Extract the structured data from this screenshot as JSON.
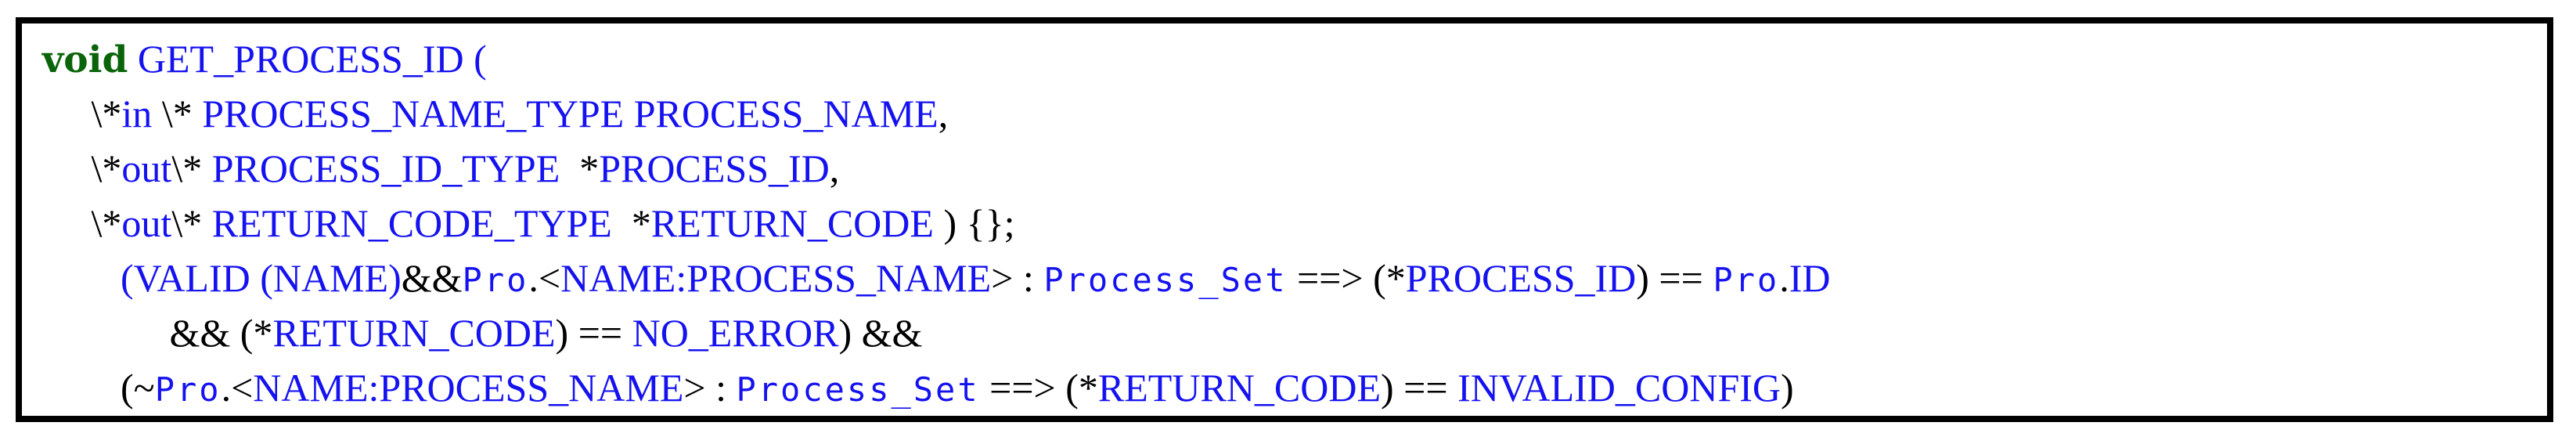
{
  "colors": {
    "keyword_green": "#0a640a",
    "identifier_blue": "#1512f0",
    "plain_black": "#000000",
    "border_black": "#000000",
    "background": "#ffffff"
  },
  "listing": {
    "plain_text": "void GET_PROCESS_ID (\n  \\*in \\* PROCESS_NAME_TYPE PROCESS_NAME,\n  \\*out\\* PROCESS_ID_TYPE *PROCESS_ID,\n  \\*out\\* RETURN_CODE_TYPE *RETURN_CODE ) {};\n   (VALID (NAME)&&Pro.<NAME:PROCESS_NAME> : Process_Set ==> (*PROCESS_ID) == Pro.ID\n      && (*RETURN_CODE) == NO_ERROR) &&\n   (~Pro.<NAME:PROCESS_NAME> : Process_Set ==> (*RETURN_CODE) == INVALID_CONFIG)",
    "lines": [
      {
        "segments": [
          {
            "t": "void",
            "c": "kw"
          },
          {
            "t": " ",
            "c": "pl"
          },
          {
            "t": "GET_PROCESS_ID",
            "c": "id"
          },
          {
            "t": " (",
            "c": "id"
          }
        ]
      },
      {
        "segments": [
          {
            "t": "     ",
            "c": "pl"
          },
          {
            "t": "\\*",
            "c": "pl"
          },
          {
            "t": "in",
            "c": "id"
          },
          {
            "t": " \\* ",
            "c": "pl"
          },
          {
            "t": "PROCESS_NAME_TYPE",
            "c": "id"
          },
          {
            "t": " ",
            "c": "pl"
          },
          {
            "t": "PROCESS_NAME",
            "c": "id"
          },
          {
            "t": ",",
            "c": "pl"
          }
        ]
      },
      {
        "segments": [
          {
            "t": "     ",
            "c": "pl"
          },
          {
            "t": "\\*",
            "c": "pl"
          },
          {
            "t": "out",
            "c": "id"
          },
          {
            "t": "\\* ",
            "c": "pl"
          },
          {
            "t": "PROCESS_ID_TYPE",
            "c": "id"
          },
          {
            "t": "  *",
            "c": "pl"
          },
          {
            "t": "PROCESS_ID",
            "c": "id"
          },
          {
            "t": ",",
            "c": "pl"
          }
        ]
      },
      {
        "segments": [
          {
            "t": "     ",
            "c": "pl"
          },
          {
            "t": "\\*",
            "c": "pl"
          },
          {
            "t": "out",
            "c": "id"
          },
          {
            "t": "\\* ",
            "c": "pl"
          },
          {
            "t": "RETURN_CODE_TYPE",
            "c": "id"
          },
          {
            "t": "  *",
            "c": "pl"
          },
          {
            "t": "RETURN_CODE",
            "c": "id"
          },
          {
            "t": " ) {};",
            "c": "pl"
          }
        ]
      },
      {
        "segments": [
          {
            "t": "        ",
            "c": "pl"
          },
          {
            "t": "(VALID (NAME)",
            "c": "id"
          },
          {
            "t": "&&",
            "c": "pl"
          },
          {
            "t": "Pro",
            "c": "mono"
          },
          {
            "t": ".",
            "c": "pl"
          },
          {
            "t": "<",
            "c": "pl"
          },
          {
            "t": "NAME:PROCESS_NAME",
            "c": "id"
          },
          {
            "t": ">",
            "c": "pl"
          },
          {
            "t": " : ",
            "c": "pl"
          },
          {
            "t": "Process_Set",
            "c": "mono"
          },
          {
            "t": " ==> ",
            "c": "pl"
          },
          {
            "t": "(*",
            "c": "pl"
          },
          {
            "t": "PROCESS_ID",
            "c": "id"
          },
          {
            "t": ") == ",
            "c": "pl"
          },
          {
            "t": "Pro",
            "c": "mono"
          },
          {
            "t": ".",
            "c": "pl"
          },
          {
            "t": "ID",
            "c": "id"
          }
        ]
      },
      {
        "segments": [
          {
            "t": "             ",
            "c": "pl"
          },
          {
            "t": "&& (*",
            "c": "pl"
          },
          {
            "t": "RETURN_CODE",
            "c": "id"
          },
          {
            "t": ") == ",
            "c": "pl"
          },
          {
            "t": "NO_ERROR",
            "c": "id"
          },
          {
            "t": ") &&",
            "c": "pl"
          }
        ]
      },
      {
        "segments": [
          {
            "t": "        ",
            "c": "pl"
          },
          {
            "t": "(~",
            "c": "pl"
          },
          {
            "t": "Pro",
            "c": "mono"
          },
          {
            "t": ".",
            "c": "pl"
          },
          {
            "t": "<",
            "c": "pl"
          },
          {
            "t": "NAME:PROCESS_NAME",
            "c": "id"
          },
          {
            "t": ">",
            "c": "pl"
          },
          {
            "t": " : ",
            "c": "pl"
          },
          {
            "t": "Process_Set",
            "c": "mono"
          },
          {
            "t": " ==> ",
            "c": "pl"
          },
          {
            "t": "(*",
            "c": "pl"
          },
          {
            "t": "RETURN_CODE",
            "c": "id"
          },
          {
            "t": ") == ",
            "c": "pl"
          },
          {
            "t": "INVALID_CONFIG",
            "c": "id"
          },
          {
            "t": ")",
            "c": "pl"
          }
        ]
      }
    ]
  }
}
